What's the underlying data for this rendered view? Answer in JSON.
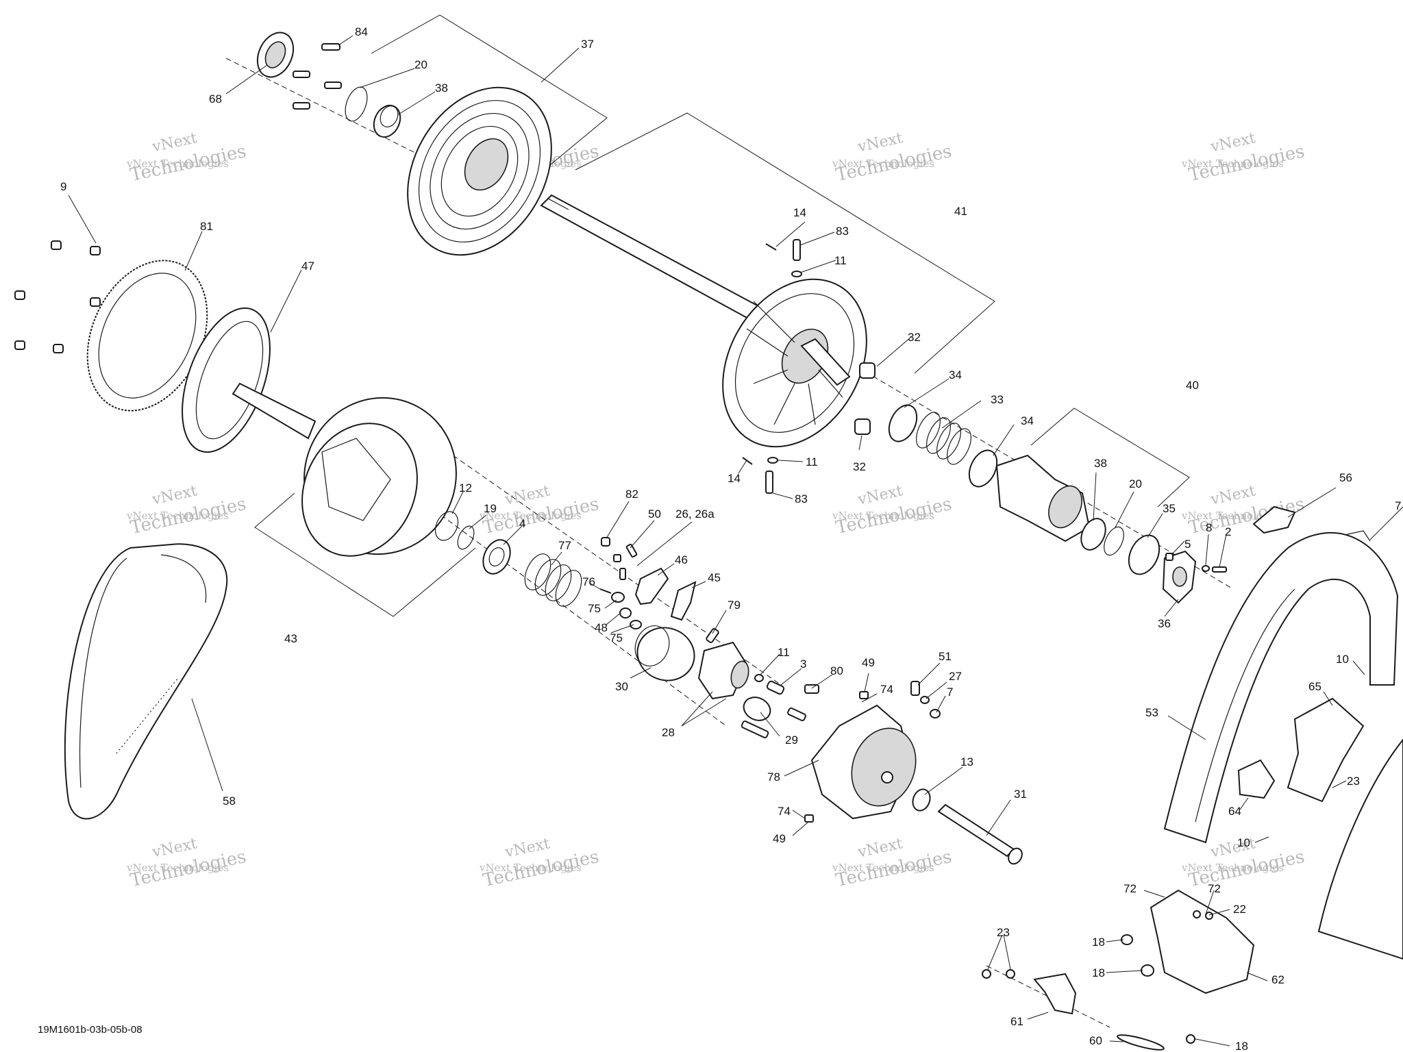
{
  "callouts": {
    "c84": "84",
    "c20a": "20",
    "c37": "37",
    "c68": "68",
    "c38a": "38",
    "c9": "9",
    "c81": "81",
    "c47": "47",
    "c14a": "14",
    "c83a": "83",
    "c11a": "11",
    "c41": "41",
    "c32a": "32",
    "c34a": "34",
    "c33": "33",
    "c34b": "34",
    "c40": "40",
    "c32b": "32",
    "c11b": "11",
    "c14b": "14",
    "c83b": "83",
    "c12": "12",
    "c19": "19",
    "c4": "4",
    "c82": "82",
    "c50": "50",
    "c26": "26, 26a",
    "c77": "77",
    "c46": "46",
    "c76": "76",
    "c45": "45",
    "c75a": "75",
    "c48": "48",
    "c75b": "75",
    "c79": "79",
    "c43": "43",
    "c30": "30",
    "c11c": "11",
    "c3": "3",
    "c80": "80",
    "c49a": "49",
    "c51": "51",
    "c74a": "74",
    "c27": "27",
    "c7": "7",
    "c28": "28",
    "c29": "29",
    "c78": "78",
    "c13": "13",
    "c31": "31",
    "c74b": "74",
    "c49b": "49",
    "c58": "58",
    "c38b": "38",
    "c20b": "20",
    "c35": "35",
    "c5": "5",
    "c8": "8",
    "c2": "2",
    "c36": "36",
    "c56": "56",
    "c7b": "7",
    "c10a": "10",
    "c65": "65",
    "c53": "53",
    "c23a": "23",
    "c64": "64",
    "c10b": "10",
    "c72a": "72",
    "c72b": "72",
    "c22": "22",
    "c18a": "18",
    "c18b": "18",
    "c62": "62",
    "c23b": "23",
    "c61": "61",
    "c60": "60",
    "c18c": "18"
  },
  "watermark": {
    "line1": "vNext Technologies",
    "line2": "vNext",
    "line3": "Technologies"
  },
  "drawing_code": "19M1601b-03b-05b-08"
}
